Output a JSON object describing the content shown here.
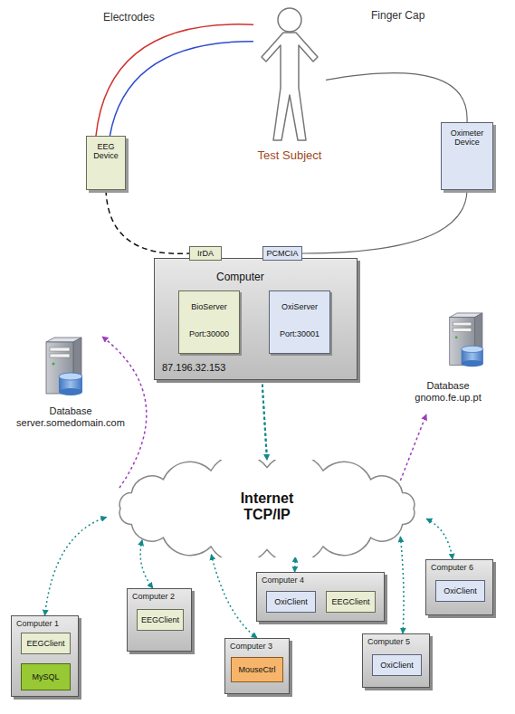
{
  "diagram": {
    "nodes": [
      {
        "text": [
          "Test Subject"
        ]
      },
      {
        "text": [
          "EEG Device"
        ]
      },
      {
        "text": [
          "Oximeter Device"
        ]
      },
      {
        "text": [
          "Computer",
          "87.196.32.153"
        ]
      },
      {
        "text": [
          "IrDA"
        ],
        "in": 3
      },
      {
        "text": [
          "PCMCIA"
        ],
        "in": 3
      },
      {
        "text": [
          "BioServer",
          "Port:30000"
        ],
        "in": 3
      },
      {
        "text": [
          "OxiServer",
          "Port:30001"
        ],
        "in": 3
      },
      {
        "text": [
          "Database server.somedomain.com"
        ]
      },
      {
        "text": [
          "Database gnomo.fe.up.pt"
        ]
      },
      {
        "text": [
          "Internet TCP/IP"
        ]
      },
      {
        "text": [
          "Computer 1"
        ]
      },
      {
        "text": [
          "EEGClient"
        ],
        "in": 11
      },
      {
        "text": [
          "MySQL"
        ],
        "in": 11
      },
      {
        "text": [
          "Computer 2"
        ]
      },
      {
        "text": [
          "EEGClient"
        ],
        "in": 14
      },
      {
        "text": [
          "Computer 3"
        ]
      },
      {
        "text": [
          "MouseCtrl"
        ],
        "in": 16
      },
      {
        "text": [
          "Computer 4"
        ]
      },
      {
        "text": [
          "OxiClient"
        ],
        "in": 18
      },
      {
        "text": [
          "EEGClient"
        ],
        "in": 18
      },
      {
        "text": [
          "Computer 5"
        ]
      },
      {
        "text": [
          "OxiClient"
        ],
        "in": 21
      },
      {
        "text": [
          "Computer 6"
        ]
      },
      {
        "text": [
          "OxiClient"
        ],
        "in": 23
      }
    ],
    "edges": [
      {
        "from": 1,
        "to": 0,
        "arrow": "none",
        "label": "Electrodes"
      },
      {
        "from": 1,
        "to": 0,
        "arrow": "none"
      },
      {
        "from": 2,
        "to": 0,
        "arrow": "none",
        "label": "Finger Cap"
      },
      {
        "from": 1,
        "to": 4,
        "arrow": "none"
      },
      {
        "from": 2,
        "to": 5,
        "arrow": "none"
      },
      {
        "from": 4,
        "to": 6,
        "arrow": "none"
      },
      {
        "from": 5,
        "to": 7,
        "arrow": "none"
      },
      {
        "from": 6,
        "to": 10,
        "arrow": "to"
      },
      {
        "from": 7,
        "to": 10,
        "arrow": "to"
      },
      {
        "from": 10,
        "to": 8,
        "arrow": "to"
      },
      {
        "from": 10,
        "to": 9,
        "arrow": "to"
      },
      {
        "from": 10,
        "to": 11,
        "arrow": "both"
      },
      {
        "from": 10,
        "to": 14,
        "arrow": "both"
      },
      {
        "from": 10,
        "to": 16,
        "arrow": "both"
      },
      {
        "from": 10,
        "to": 18,
        "arrow": "both"
      },
      {
        "from": 10,
        "to": 21,
        "arrow": "both"
      },
      {
        "from": 10,
        "to": 23,
        "arrow": "both"
      }
    ]
  }
}
